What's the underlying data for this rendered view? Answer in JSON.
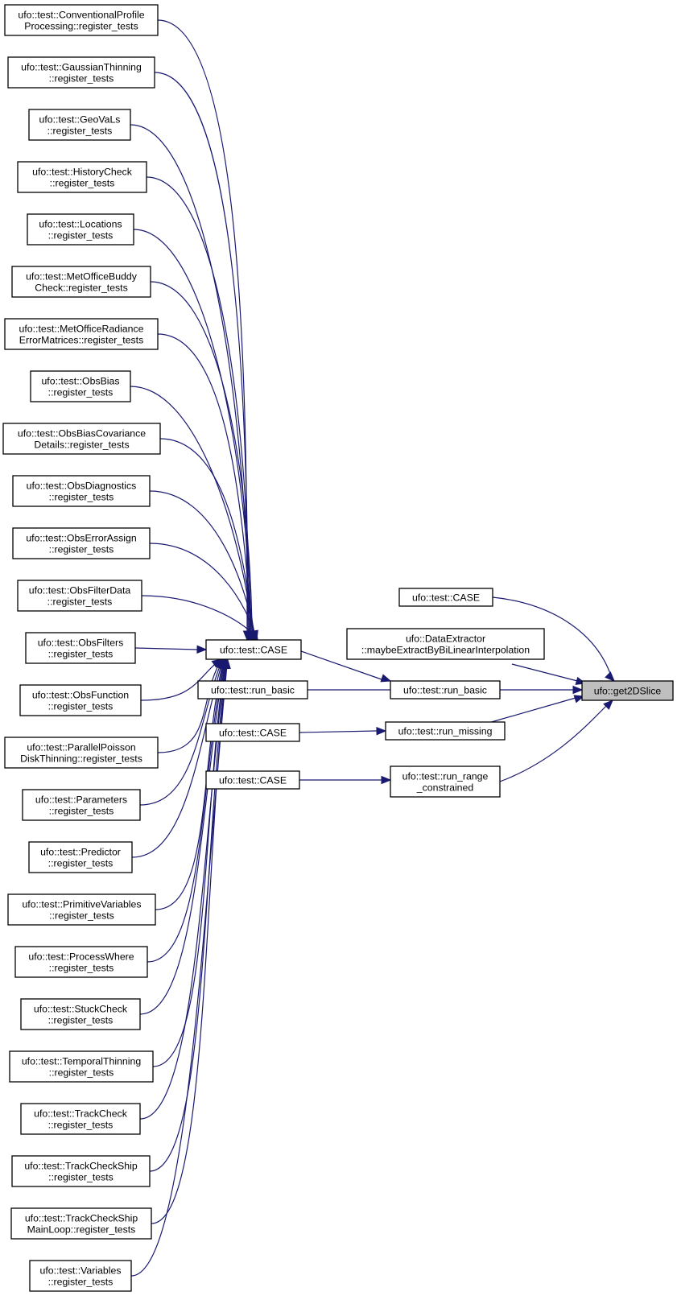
{
  "graph": {
    "colors": {
      "edge": "#191970",
      "node_border": "#000000",
      "target_fill": "#bfbfbf",
      "background": "#ffffff"
    },
    "target": {
      "lines": [
        "ufo::get2DSlice"
      ]
    },
    "callers_level1": [
      {
        "id": "case_top",
        "lines": [
          "ufo::test::CASE"
        ]
      },
      {
        "id": "data_extractor",
        "lines": [
          "ufo::DataExtractor",
          "::maybeExtractByBiLinearInterpolation"
        ]
      },
      {
        "id": "run_basic",
        "lines": [
          "ufo::test::run_basic"
        ]
      },
      {
        "id": "run_missing",
        "lines": [
          "ufo::test::run_missing"
        ]
      },
      {
        "id": "run_range",
        "lines": [
          "ufo::test::run_range",
          "_constrained"
        ]
      }
    ],
    "callers_level2": [
      {
        "id": "case_main",
        "lines": [
          "ufo::test::CASE"
        ]
      },
      {
        "id": "run_basic_2",
        "lines": [
          "ufo::test::run_basic"
        ]
      },
      {
        "id": "case_missing",
        "lines": [
          "ufo::test::CASE"
        ]
      },
      {
        "id": "case_range",
        "lines": [
          "ufo::test::CASE"
        ]
      }
    ],
    "register_tests": [
      [
        "ufo::test::ConventionalProfile",
        "Processing::register_tests"
      ],
      [
        "ufo::test::GaussianThinning",
        "::register_tests"
      ],
      [
        "ufo::test::GeoVaLs",
        "::register_tests"
      ],
      [
        "ufo::test::HistoryCheck",
        "::register_tests"
      ],
      [
        "ufo::test::Locations",
        "::register_tests"
      ],
      [
        "ufo::test::MetOfficeBuddy",
        "Check::register_tests"
      ],
      [
        "ufo::test::MetOfficeRadiance",
        "ErrorMatrices::register_tests"
      ],
      [
        "ufo::test::ObsBias",
        "::register_tests"
      ],
      [
        "ufo::test::ObsBiasCovariance",
        "Details::register_tests"
      ],
      [
        "ufo::test::ObsDiagnostics",
        "::register_tests"
      ],
      [
        "ufo::test::ObsErrorAssign",
        "::register_tests"
      ],
      [
        "ufo::test::ObsFilterData",
        "::register_tests"
      ],
      [
        "ufo::test::ObsFilters",
        "::register_tests"
      ],
      [
        "ufo::test::ObsFunction",
        "::register_tests"
      ],
      [
        "ufo::test::ParallelPoisson",
        "DiskThinning::register_tests"
      ],
      [
        "ufo::test::Parameters",
        "::register_tests"
      ],
      [
        "ufo::test::Predictor",
        "::register_tests"
      ],
      [
        "ufo::test::PrimitiveVariables",
        "::register_tests"
      ],
      [
        "ufo::test::ProcessWhere",
        "::register_tests"
      ],
      [
        "ufo::test::StuckCheck",
        "::register_tests"
      ],
      [
        "ufo::test::TemporalThinning",
        "::register_tests"
      ],
      [
        "ufo::test::TrackCheck",
        "::register_tests"
      ],
      [
        "ufo::test::TrackCheckShip",
        "::register_tests"
      ],
      [
        "ufo::test::TrackCheckShip",
        "MainLoop::register_tests"
      ],
      [
        "ufo::test::Variables",
        "::register_tests"
      ]
    ]
  }
}
